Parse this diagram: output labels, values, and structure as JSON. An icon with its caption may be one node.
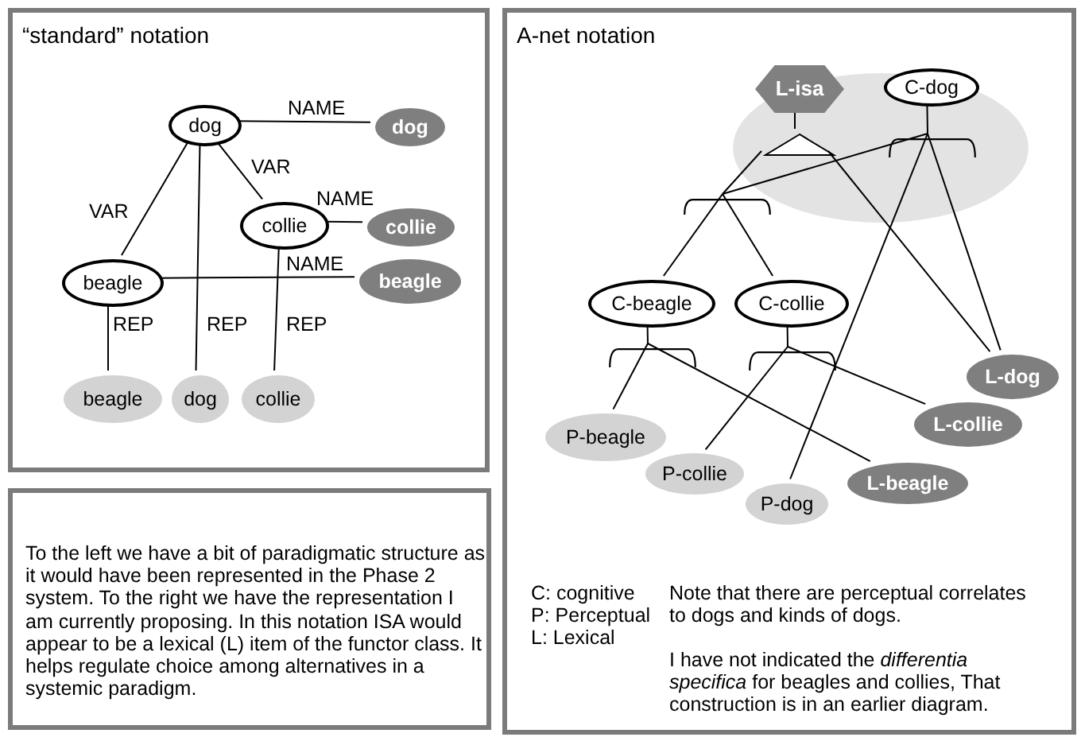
{
  "diagram": {
    "nodes": [
      {
        "text": [
          "“standard” notation"
        ]
      },
      {
        "text": [
          "dog"
        ],
        "in": 0
      },
      {
        "text": [
          "dog"
        ],
        "in": 0
      },
      {
        "text": [
          "collie"
        ],
        "in": 0
      },
      {
        "text": [
          "collie"
        ],
        "in": 0
      },
      {
        "text": [
          "beagle"
        ],
        "in": 0
      },
      {
        "text": [
          "beagle"
        ],
        "in": 0
      },
      {
        "text": [
          "beagle"
        ],
        "in": 0
      },
      {
        "text": [
          "dog"
        ],
        "in": 0
      },
      {
        "text": [
          "collie"
        ],
        "in": 0
      },
      {
        "text": [
          "A-net notation"
        ]
      },
      {
        "text": [],
        "shape": "ellipse",
        "in": 10
      },
      {
        "text": [
          "L-isa"
        ],
        "in": 10
      },
      {
        "text": [
          "C-dog"
        ],
        "in": 10
      },
      {
        "text": [],
        "shape": "triangle",
        "in": 11
      },
      {
        "text": [],
        "shape": "bracket",
        "in": 11
      },
      {
        "text": [],
        "shape": "bracket",
        "in": 10
      },
      {
        "text": [
          "C-beagle"
        ],
        "in": 10
      },
      {
        "text": [
          "C-collie"
        ],
        "in": 10
      },
      {
        "text": [],
        "shape": "bracket",
        "in": 10
      },
      {
        "text": [],
        "shape": "bracket",
        "in": 10
      },
      {
        "text": [
          "L-dog"
        ],
        "in": 10
      },
      {
        "text": [
          "L-collie"
        ],
        "in": 10
      },
      {
        "text": [
          "P-beagle"
        ],
        "in": 10
      },
      {
        "text": [
          "P-collie"
        ],
        "in": 10
      },
      {
        "text": [
          "L-beagle"
        ],
        "in": 10
      },
      {
        "text": [
          "P-dog"
        ],
        "in": 10
      },
      {
        "text": [
          "To the left we have a bit of paradigmatic structure as it would have been represented in the Phase 2 system. To the right we have the representation I am currently proposing. In this notation ISA would appear to be a lexical (L) item of the functor class. It helps regulate choice among alternatives in a systemic paradigm."
        ]
      }
    ],
    "edges": [
      {
        "from": 1,
        "to": 2,
        "arrow": "none",
        "label": "NAME"
      },
      {
        "from": 1,
        "to": 3,
        "arrow": "none",
        "label": "VAR"
      },
      {
        "from": 1,
        "to": 5,
        "arrow": "none",
        "label": "VAR"
      },
      {
        "from": 3,
        "to": 4,
        "arrow": "none",
        "label": "NAME"
      },
      {
        "from": 5,
        "to": 6,
        "arrow": "none",
        "label": "NAME"
      },
      {
        "from": 5,
        "to": 7,
        "arrow": "none",
        "label": "REP"
      },
      {
        "from": 1,
        "to": 8,
        "arrow": "none",
        "label": "REP"
      },
      {
        "from": 3,
        "to": 9,
        "arrow": "none",
        "label": "REP"
      },
      {
        "from": 12,
        "to": 14,
        "arrow": "none"
      },
      {
        "from": 13,
        "to": 15,
        "arrow": "none"
      },
      {
        "from": 14,
        "to": 16,
        "arrow": "none"
      },
      {
        "from": 14,
        "to": 21,
        "arrow": "none"
      },
      {
        "from": 15,
        "to": 16,
        "arrow": "none"
      },
      {
        "from": 15,
        "to": 26,
        "arrow": "none"
      },
      {
        "from": 15,
        "to": 21,
        "arrow": "none"
      },
      {
        "from": 16,
        "to": 17,
        "arrow": "none"
      },
      {
        "from": 16,
        "to": 18,
        "arrow": "none"
      },
      {
        "from": 17,
        "to": 19,
        "arrow": "none"
      },
      {
        "from": 18,
        "to": 20,
        "arrow": "none"
      },
      {
        "from": 19,
        "to": 23,
        "arrow": "none"
      },
      {
        "from": 19,
        "to": 25,
        "arrow": "none"
      },
      {
        "from": 20,
        "to": 24,
        "arrow": "none"
      },
      {
        "from": 20,
        "to": 22,
        "arrow": "none"
      }
    ],
    "labels": [
      "C: cognitive",
      "P: Perceptual",
      "L: Lexical",
      "Note that there are perceptual correlates to dogs and kinds of dogs.",
      "I have not indicated the *differentia specifica* for beagles and collies, That construction is in an earlier diagram."
    ]
  }
}
